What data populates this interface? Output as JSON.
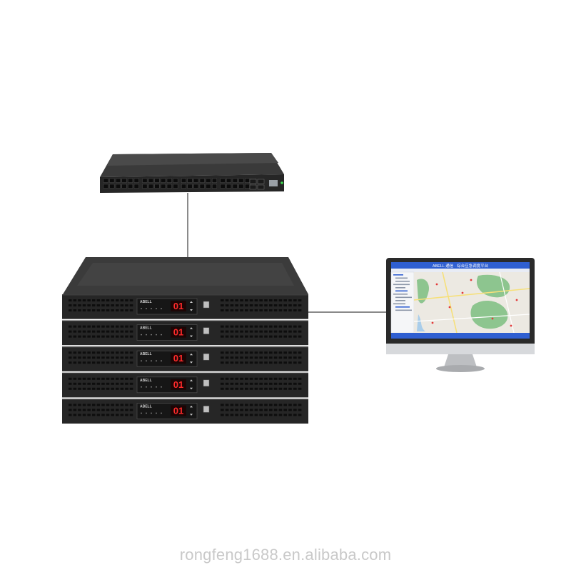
{
  "diagram": {
    "nodes": {
      "switch": {
        "label": "",
        "icon": "network-switch-icon",
        "ports_rows": 2,
        "ports_per_row": 24,
        "sfp_ports": 4
      },
      "server_stack": {
        "units": [
          {
            "brand": "ABELL",
            "display": "01"
          },
          {
            "brand": "ABELL",
            "display": "01"
          },
          {
            "brand": "ABELL",
            "display": "01"
          },
          {
            "brand": "ABELL",
            "display": "01"
          },
          {
            "brand": "ABELL",
            "display": "01"
          }
        ],
        "display_color": "#ff2a2a"
      },
      "monitor": {
        "screen_title": "ABELL 通信 · 综合应急调度平台",
        "icon": "desktop-monitor-icon",
        "accent": "#2f5fd1",
        "map_colors": {
          "land": "#ece9e2",
          "park": "#8dc58f",
          "water": "#a9cdea",
          "road": "#f6e07a"
        }
      }
    },
    "edges": [
      {
        "from": "switch",
        "to": "server_stack"
      },
      {
        "from": "server_stack",
        "to": "monitor"
      }
    ]
  },
  "watermark": {
    "text": "rongfeng1688.en.alibaba.com"
  },
  "colors": {
    "chassis": "#2b2b2b",
    "chassis_top": "#3b3b3b",
    "cable": "#8a8a8a",
    "vent": "#111111"
  }
}
